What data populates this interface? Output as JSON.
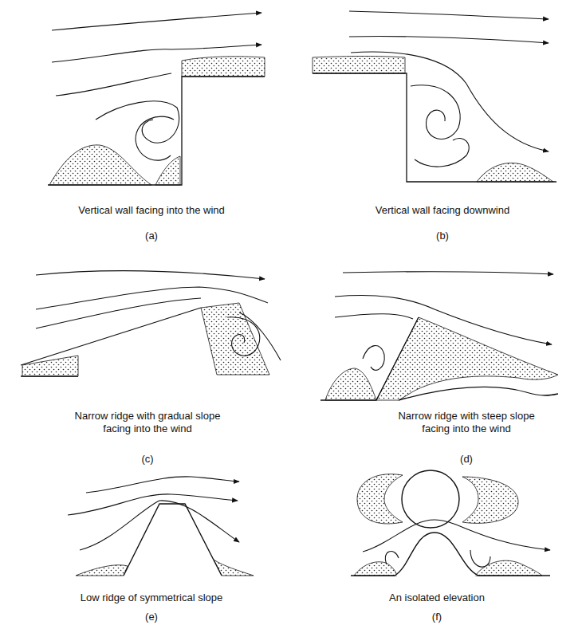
{
  "diagram": {
    "labels": [
      "Vertical wall facing into the wind",
      "(a)",
      "Vertical wall facing downwind",
      "(b)",
      "Narrow ridge with gradual slope facing into the wind",
      "(c)",
      "Narrow ridge with steep slope facing into the wind",
      "(d)",
      "Low ridge of symmetrical slope",
      "(e)",
      "An isolated elevation",
      "(f)"
    ]
  }
}
